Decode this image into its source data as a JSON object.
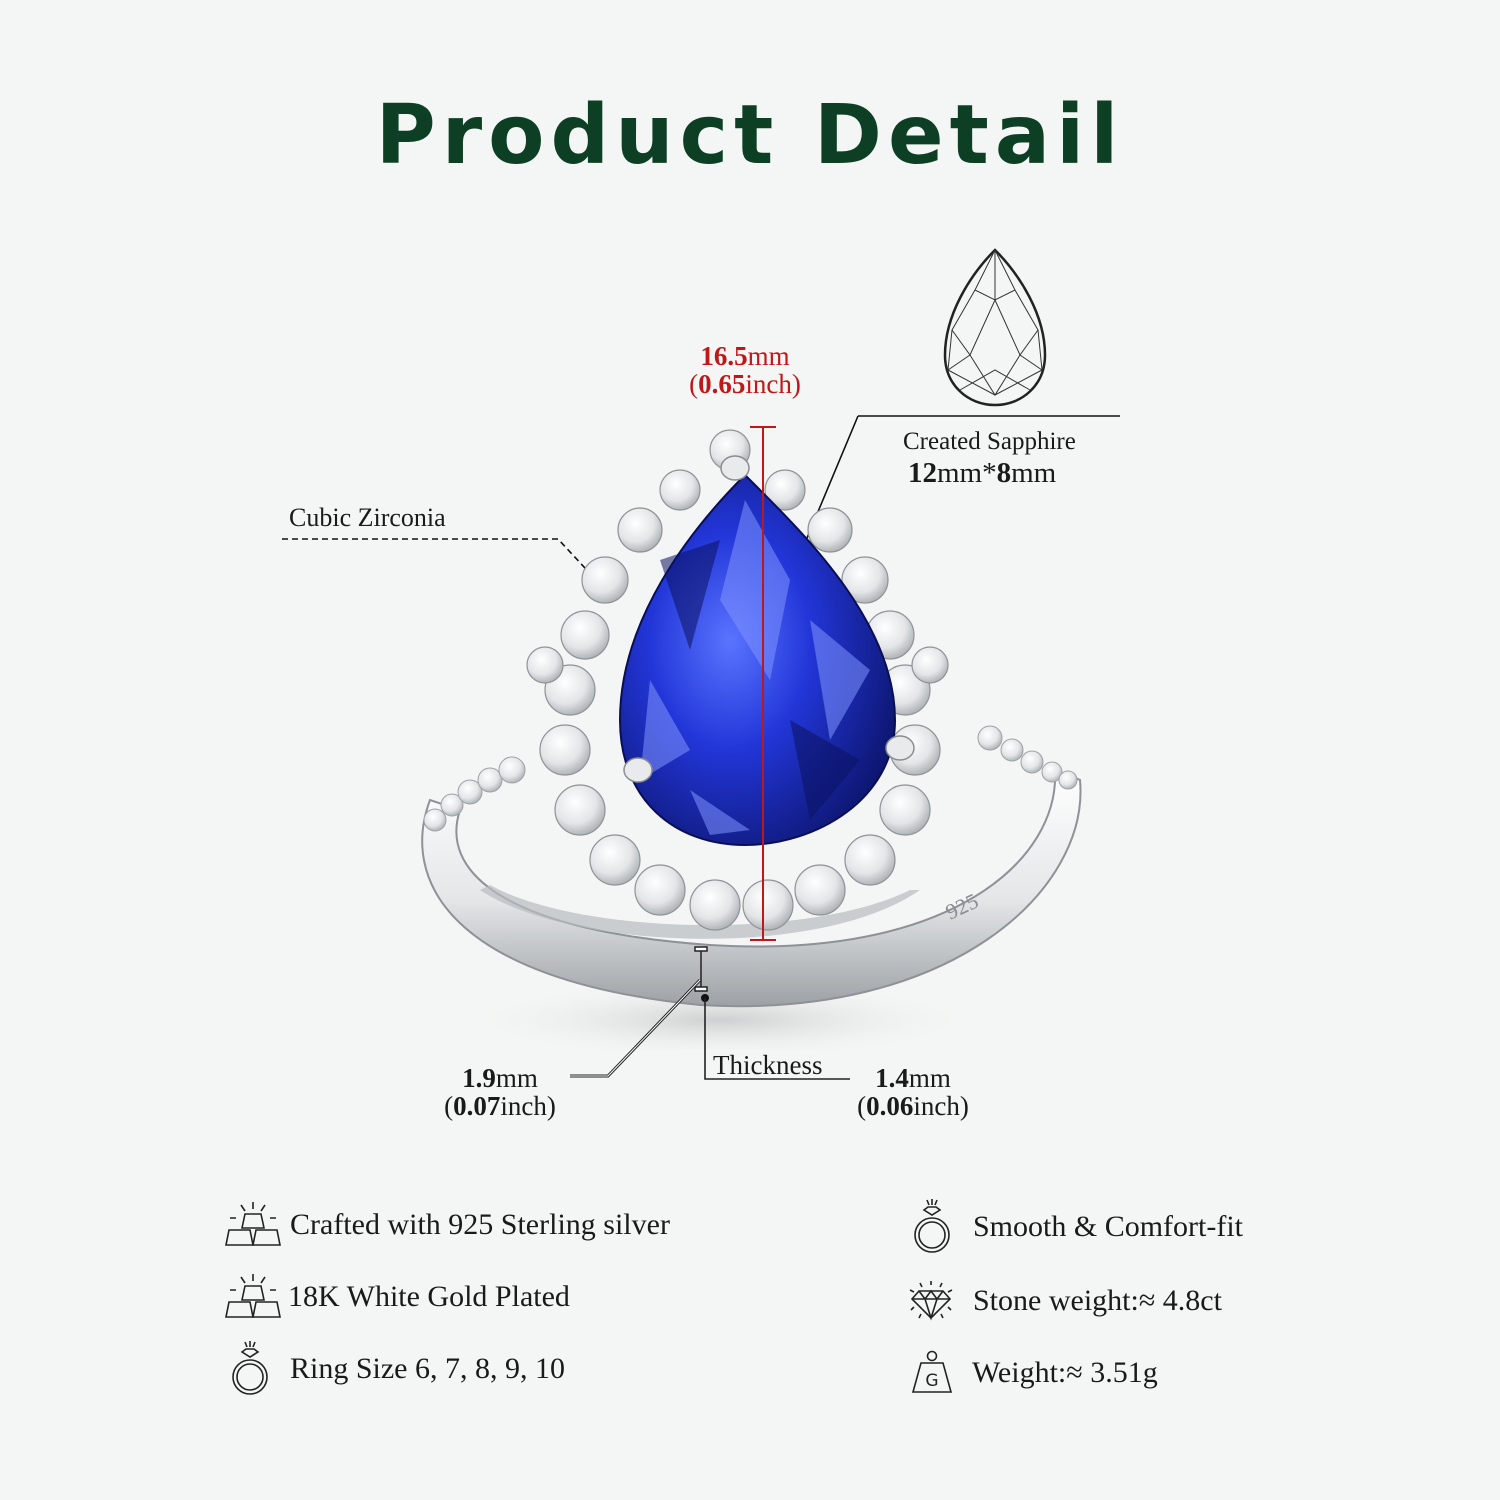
{
  "header": {
    "title": "Product Detail",
    "title_color": "#0d3f24"
  },
  "colors": {
    "background": "#f4f6f5",
    "measure_red": "#c01818",
    "sapphire_blue": "#1f2fc8",
    "silver": "#d8dadc",
    "text": "#1a1a1a"
  },
  "measurements": {
    "height": {
      "value_bold": "16.5",
      "unit": "mm",
      "imperial_open": "(",
      "imperial_bold": "0.65",
      "imperial_unit": "inch)"
    },
    "band_width": {
      "value_bold": "1.9",
      "unit": "mm",
      "imperial_open": "(",
      "imperial_bold": "0.07",
      "imperial_unit": "inch)"
    },
    "thickness": {
      "label": "Thickness",
      "value_bold": "1.4",
      "unit": "mm",
      "imperial_open": "(",
      "imperial_bold": "0.06",
      "imperial_unit": "inch)"
    }
  },
  "callouts": {
    "center_stone": {
      "name": "Created Sapphire",
      "size_bold_1": "12",
      "size_mid": "mm*",
      "size_bold_2": "8",
      "size_end": "mm"
    },
    "side_stones": {
      "name": "Cubic Zirconia"
    }
  },
  "ring": {
    "hallmark": "925",
    "image_alt": "Pear-shaped created sapphire halo ring in sterling silver"
  },
  "features": {
    "left": [
      {
        "icon": "silver-bars-icon",
        "text": "Crafted with 925 Sterling silver"
      },
      {
        "icon": "gold-bars-icon",
        "text": "18K White Gold Plated"
      },
      {
        "icon": "ring-icon",
        "text": "Ring Size 6, 7, 8, 9, 10"
      }
    ],
    "right": [
      {
        "icon": "ring-icon",
        "text": "Smooth & Comfort-fit"
      },
      {
        "icon": "diamond-icon",
        "text": "Stone weight:≈ 4.8ct"
      },
      {
        "icon": "weight-icon",
        "text": "Weight:≈ 3.51g",
        "icon_letter": "G"
      }
    ]
  }
}
